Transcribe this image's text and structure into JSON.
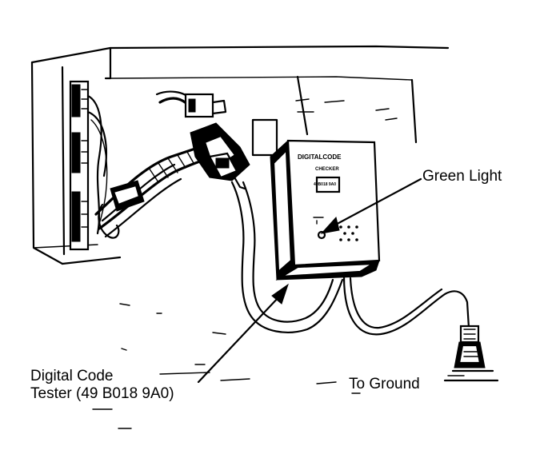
{
  "labels": {
    "green_light": "Green Light",
    "tester_line1": "Digital Code",
    "tester_line2": "Tester (49 B018 9A0)",
    "to_ground": "To Ground"
  },
  "tester_face": {
    "title": "DIGITALCODE",
    "line2": "CHECKER",
    "line3": "49B018 9A0"
  },
  "colors": {
    "ink": "#000000",
    "paper": "#ffffff"
  }
}
